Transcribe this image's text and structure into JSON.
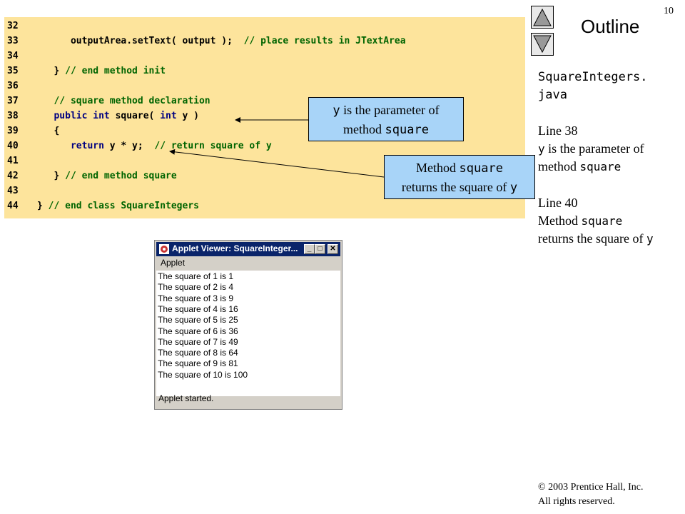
{
  "slide": {
    "number": "10"
  },
  "code": {
    "lines": [
      {
        "num": "32",
        "parts": []
      },
      {
        "num": "33",
        "parts": [
          {
            "t": "cd",
            "s": "      outputArea.setText( output );  "
          },
          {
            "t": "cm",
            "s": "// place results in JTextArea"
          }
        ]
      },
      {
        "num": "34",
        "parts": []
      },
      {
        "num": "35",
        "parts": [
          {
            "t": "cd",
            "s": "   } "
          },
          {
            "t": "cm",
            "s": "// end method init"
          }
        ]
      },
      {
        "num": "36",
        "parts": []
      },
      {
        "num": "37",
        "parts": [
          {
            "t": "cm",
            "s": "   // square method declaration"
          }
        ]
      },
      {
        "num": "38",
        "parts": [
          {
            "t": "kw",
            "s": "   public int "
          },
          {
            "t": "cd",
            "s": "square( "
          },
          {
            "t": "kw",
            "s": "int "
          },
          {
            "t": "cd",
            "s": "y )"
          }
        ]
      },
      {
        "num": "39",
        "parts": [
          {
            "t": "cd",
            "s": "   {"
          }
        ]
      },
      {
        "num": "40",
        "parts": [
          {
            "t": "kw",
            "s": "      return "
          },
          {
            "t": "cd",
            "s": "y * y;  "
          },
          {
            "t": "cm",
            "s": "// return square of y"
          }
        ]
      },
      {
        "num": "41",
        "parts": []
      },
      {
        "num": "42",
        "parts": [
          {
            "t": "cd",
            "s": "   } "
          },
          {
            "t": "cm",
            "s": "// end method square"
          }
        ]
      },
      {
        "num": "43",
        "parts": []
      },
      {
        "num": "44",
        "parts": [
          {
            "t": "cd",
            "s": "} "
          },
          {
            "t": "cm",
            "s": "// end class SquareIntegers"
          }
        ]
      }
    ]
  },
  "outline": {
    "title": "Outline",
    "file_name": "SquareIntegers.\njava",
    "note1_heading": "Line 38",
    "note1_mono": "y",
    "note1_text": " is the parameter of",
    "note1_text2": "method ",
    "note1_mono2": "square",
    "note2_heading": "Line 40",
    "note2_text": "Method ",
    "note2_mono": "square",
    "note2_text2": "returns the square of ",
    "note2_mono2": "y"
  },
  "callouts": {
    "c1_mono": "y",
    "c1_text": " is the parameter of",
    "c1_text2": "method ",
    "c1_mono2": "square",
    "c2_text": "Method ",
    "c2_mono": "square",
    "c2_text2": "returns the square of ",
    "c2_mono2": "y"
  },
  "applet": {
    "title": "Applet Viewer: SquareInteger...",
    "menu": "Applet",
    "results": [
      "The square of 1 is 1",
      "The square of 2 is 4",
      "The square of 3 is 9",
      "The square of 4 is 16",
      "The square of 5 is 25",
      "The square of 6 is 36",
      "The square of 7 is 49",
      "The square of 8 is 64",
      "The square of 9 is 81",
      "The square of 10 is 100"
    ],
    "status": "Applet started."
  },
  "footer": {
    "copyright": "© 2003 Prentice Hall, Inc.",
    "rights": "All rights reserved."
  },
  "colors": {
    "code_bg": "#fde49c",
    "callout_bg": "#a8d4f8",
    "keyword": "#000080",
    "comment": "#006400"
  }
}
